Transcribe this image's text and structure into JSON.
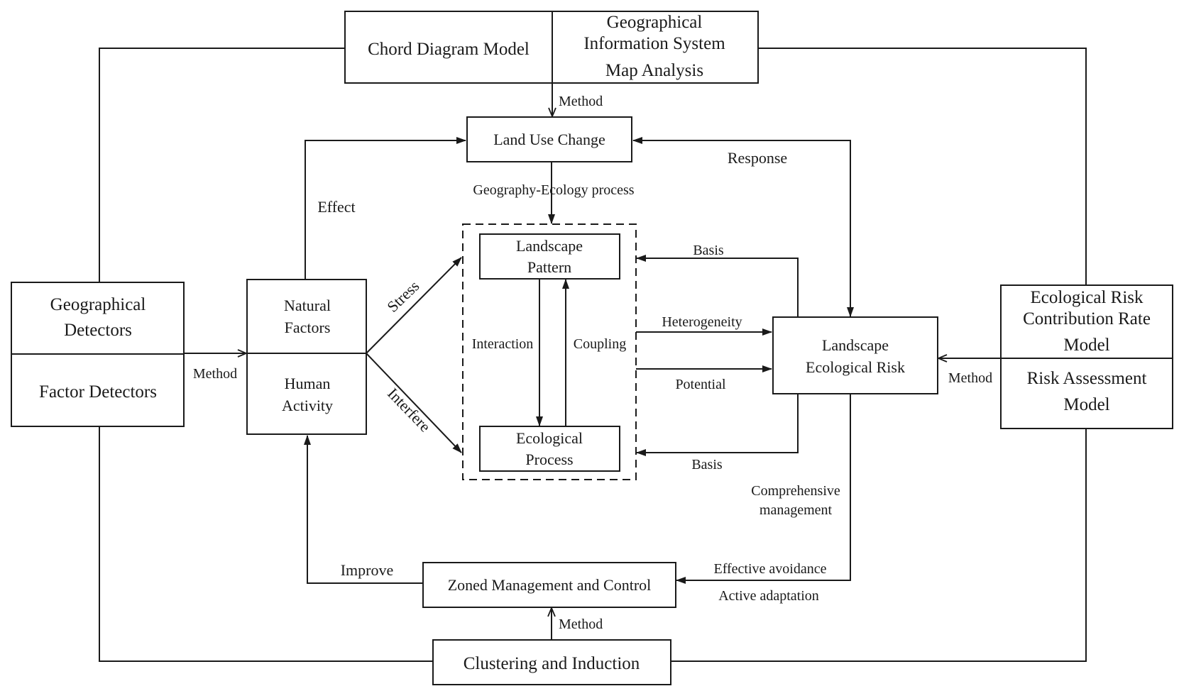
{
  "boxes": {
    "top_left": "Chord Diagram Model",
    "top_right": [
      "Geographical",
      "Information System",
      "Map Analysis"
    ],
    "land_use_change": "Land Use Change",
    "landscape_pattern": [
      "Landscape",
      "Pattern"
    ],
    "ecological_process": [
      "Ecological",
      "Process"
    ],
    "landscape_ecological_risk": [
      "Landscape",
      "Ecological Risk"
    ],
    "geo_detectors": [
      "Geographical",
      "Detectors"
    ],
    "factor_detectors": "Factor Detectors",
    "natural_factors": [
      "Natural",
      "Factors"
    ],
    "human_activity": [
      "Human",
      "Activity"
    ],
    "contribution_model": [
      "Ecological Risk",
      "Contribution Rate",
      "Model"
    ],
    "risk_assessment_model": [
      "Risk Assessment",
      "Model"
    ],
    "zoned_management": "Zoned Management and Control",
    "clustering": "Clustering and Induction"
  },
  "labels": {
    "method_top": "Method",
    "response": "Response",
    "geo_eco_process": "Geography-Ecology process",
    "effect": "Effect",
    "stress": "Stress",
    "interfere": "Interfere",
    "interaction": "Interaction",
    "coupling": "Coupling",
    "basis_top": "Basis",
    "heterogeneity": "Heterogeneity",
    "potential": "Potential",
    "basis_bottom": "Basis",
    "method_left": "Method",
    "method_right": "Method",
    "comprehensive_management": [
      "Comprehensive",
      "management"
    ],
    "effective_avoidance": "Effective avoidance",
    "active_adaptation": "Active adaptation",
    "improve": "Improve",
    "method_bottom": "Method"
  }
}
